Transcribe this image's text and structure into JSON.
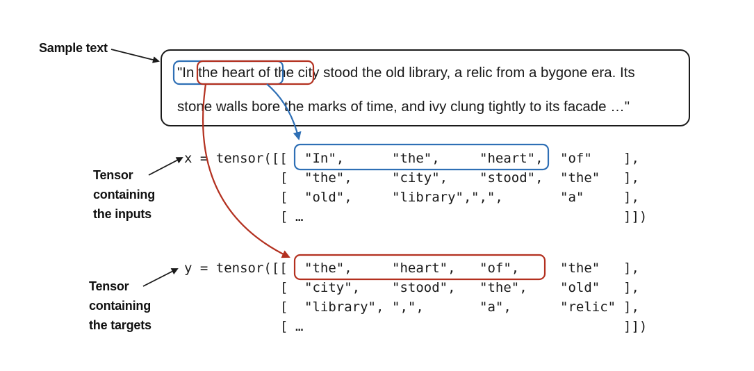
{
  "labels": {
    "sample_text": "Sample text",
    "inputs": [
      "Tensor",
      "containing",
      "the inputs"
    ],
    "targets": [
      "Tensor",
      "containing",
      "the targets"
    ]
  },
  "sample": {
    "line1": "\"In the heart of the city stood the old library, a relic from a bygone era. Its",
    "line2": "stone walls bore the marks of time, and ivy clung tightly to its facade …\""
  },
  "x_tensor": {
    "prefix": "x = tensor([[",
    "rows": [
      [
        "\"In\",",
        "\"the\",",
        "\"heart\",",
        "\"of\"",
        "],"
      ],
      [
        "\"the\",",
        "\"city\",",
        "\"stood\",",
        "\"the\"",
        "],"
      ],
      [
        "\"old\",",
        "\"library\",",
        "\",\",",
        "\"a\"",
        "],"
      ],
      [
        "…",
        "",
        "",
        "",
        "]])"
      ]
    ],
    "row_open": "["
  },
  "y_tensor": {
    "prefix": "y = tensor([[",
    "rows": [
      [
        "\"the\",",
        "\"heart\",",
        "\"of\",",
        "\"the\"",
        "],"
      ],
      [
        "\"city\",",
        "\"stood\",",
        "\"the\",",
        "\"old\"",
        "],"
      ],
      [
        "\"library\",",
        "\",\",",
        "\"a\",",
        "\"relic\"",
        "],"
      ],
      [
        "…",
        "",
        "",
        "",
        "]])"
      ]
    ],
    "row_open": "["
  },
  "colors": {
    "input_highlight": "#2e6fb5",
    "target_highlight": "#b3301f",
    "box_border": "#1a1a1a",
    "text": "#1a1a1a"
  }
}
